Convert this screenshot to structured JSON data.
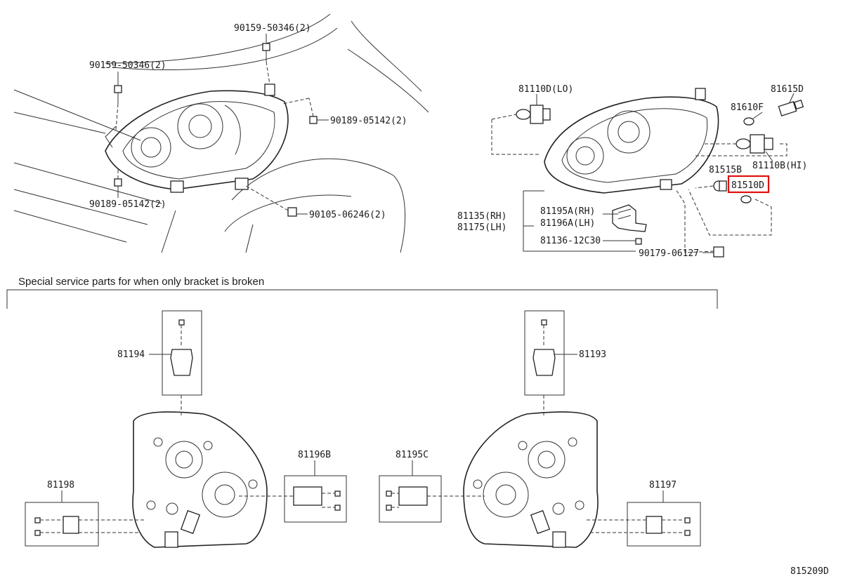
{
  "top_left": {
    "label_1": "90159-50346(2)",
    "label_2": "90159-50346(2)",
    "label_3": "90189-05142(2)",
    "label_4": "90189-05142(2)",
    "label_5": "90105-06246(2)"
  },
  "top_right": {
    "bulb_lo": "81110D(LO)",
    "bulb_hi": "81110B(HI)",
    "socket_81615d": "81615D",
    "bulb_81610f": "81610F",
    "socket_81515b": "81515B",
    "bulb_81510d": "81510D",
    "assy_rh": "81135(RH)",
    "assy_lh": "81175(LH)",
    "bracket_rh": "81195A(RH)",
    "bracket_lh": "81196A(LH)",
    "screw_81136": "81136-12C30",
    "clip_90179": "90179-06127"
  },
  "special": {
    "caption": "Special service parts for when only bracket is broken",
    "p81194": "81194",
    "p81193": "81193",
    "p81196b": "81196B",
    "p81195c": "81195C",
    "p81198": "81198",
    "p81197": "81197"
  },
  "footer": {
    "diagram_id": "815209D"
  },
  "highlight": {
    "part": "81510D",
    "color": "#e01010"
  }
}
